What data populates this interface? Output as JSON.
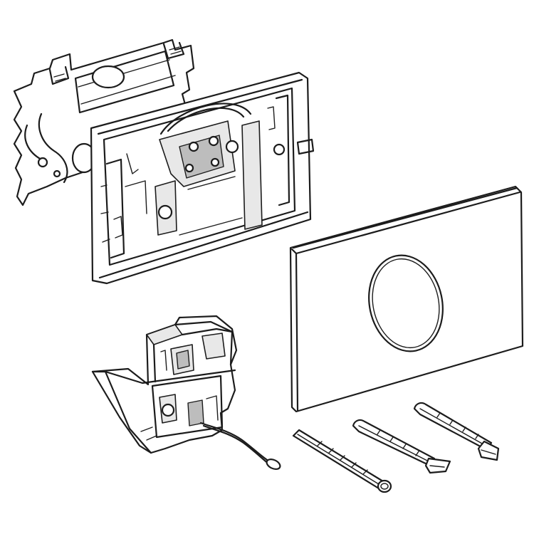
{
  "diagram": {
    "type": "exploded-view",
    "background": "#ffffff",
    "line_color": "#1c1c1c",
    "components": [
      {
        "id": "bracket",
        "icon": "mounting-bracket-icon"
      },
      {
        "id": "frame",
        "icon": "mounting-frame-icon"
      },
      {
        "id": "cover-plate",
        "icon": "actuator-plate-icon"
      },
      {
        "id": "sensor-module",
        "icon": "sensor-module-icon"
      },
      {
        "id": "rod-1",
        "icon": "actuator-rod-icon"
      },
      {
        "id": "rod-2",
        "icon": "actuator-rod-icon"
      },
      {
        "id": "rod-3",
        "icon": "actuator-rod-icon"
      }
    ]
  }
}
